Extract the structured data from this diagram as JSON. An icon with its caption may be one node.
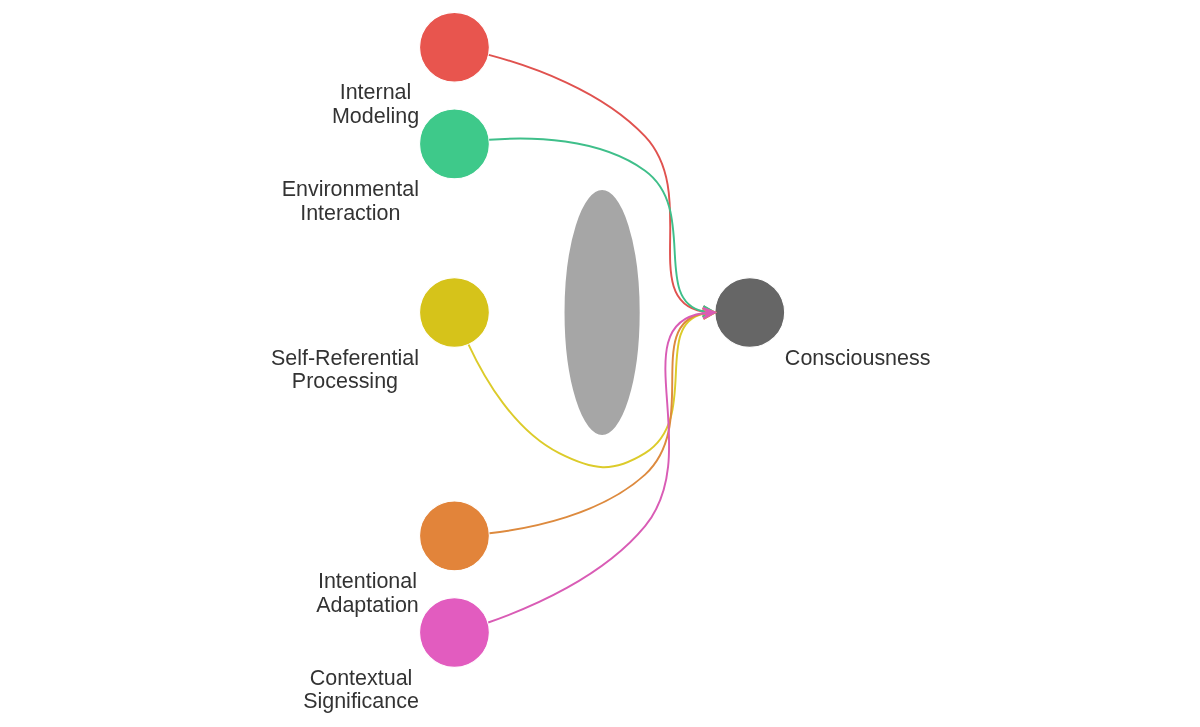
{
  "diagram": {
    "nodes": [
      {
        "text": [
          "Internal Modeling"
        ]
      },
      {
        "text": [
          "Environmental Interaction"
        ]
      },
      {
        "text": [
          "Self-Referential Processing"
        ]
      },
      {
        "text": [
          "Intentional Adaptation"
        ]
      },
      {
        "text": [
          "Contextual Significance"
        ]
      },
      {
        "text": [],
        "shape": "lens"
      },
      {
        "text": [
          "Consciousness"
        ]
      }
    ],
    "edges": [
      {
        "from": 0,
        "to": 6,
        "arrow": "to",
        "color": "#e0524f"
      },
      {
        "from": 1,
        "to": 6,
        "arrow": "to",
        "color": "#3fbf8a"
      },
      {
        "from": 2,
        "to": 6,
        "arrow": "to",
        "color": "#dccb2a"
      },
      {
        "from": 3,
        "to": 6,
        "arrow": "to",
        "color": "#dd8a3e"
      },
      {
        "from": 4,
        "to": 6,
        "arrow": "to",
        "color": "#d95cb5"
      }
    ]
  }
}
